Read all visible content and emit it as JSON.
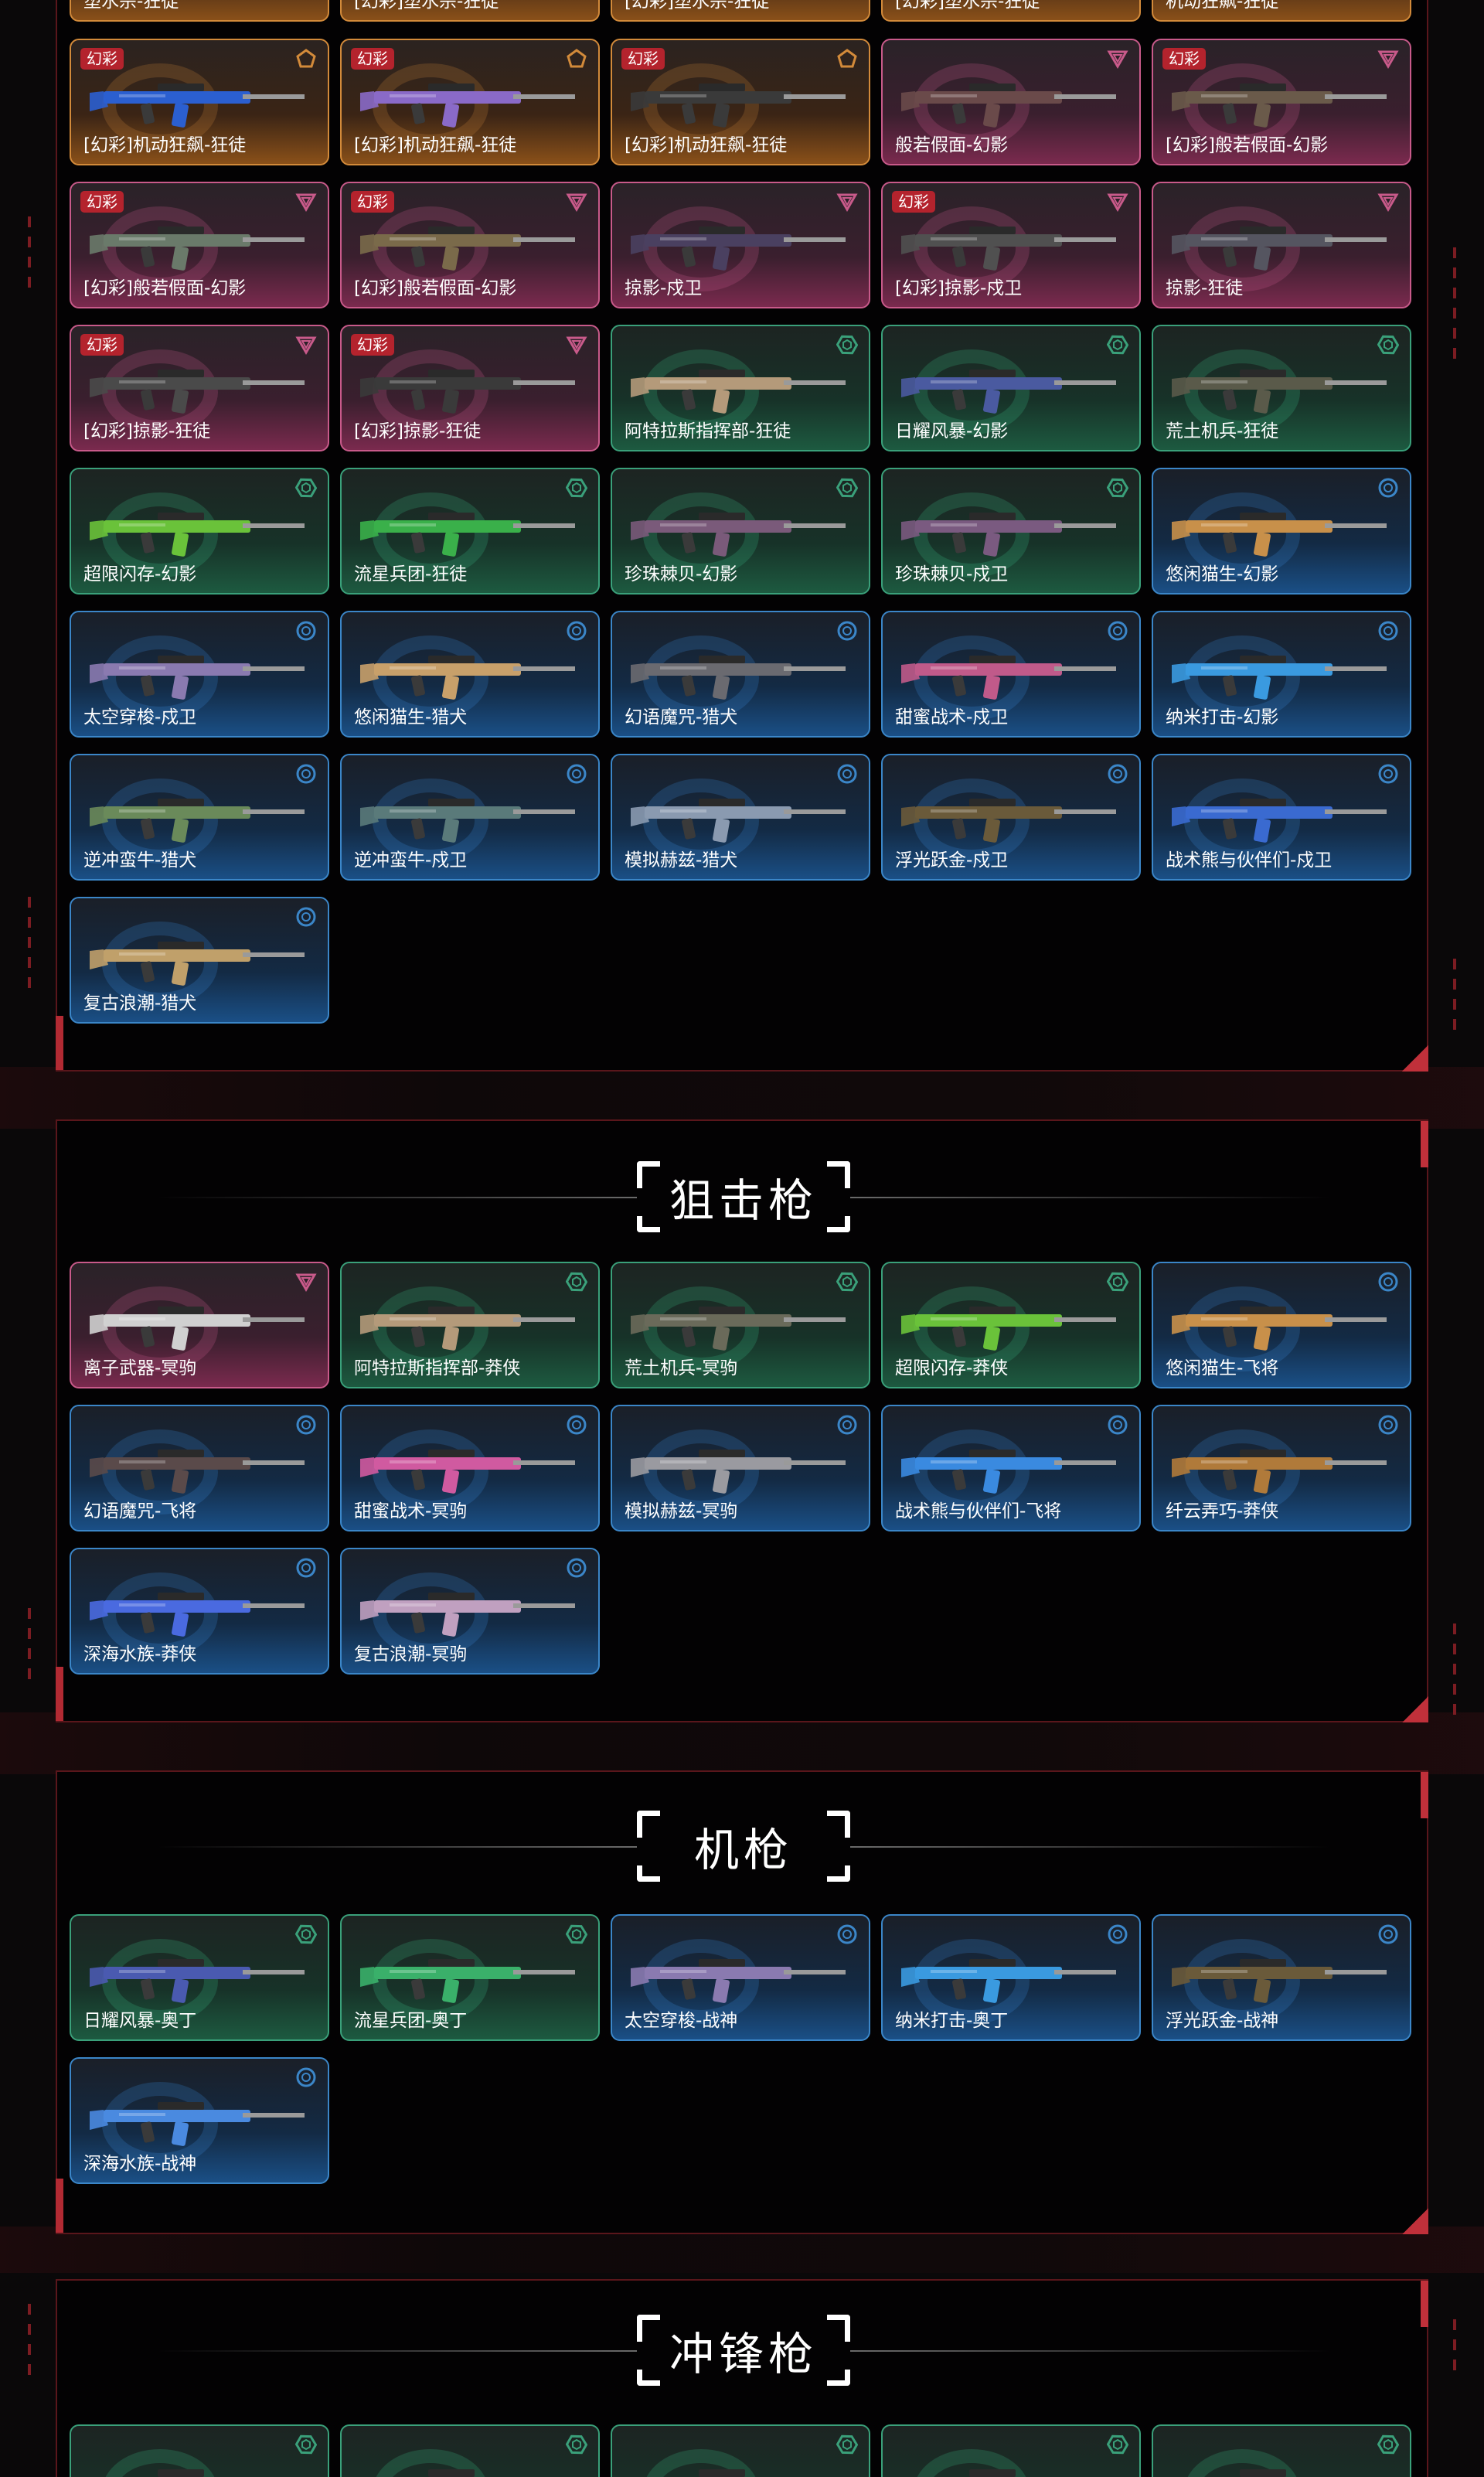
{
  "colors": {
    "orange": "#d28a3a",
    "pink": "#c85a8a",
    "green": "#3aa07a",
    "blue": "#3b86c8",
    "tag_red": "#b4232d",
    "frame_red": "#c0303a"
  },
  "tag_label": "幻彩",
  "rifle_top_row": [
    "塑水宗-狂徒",
    "[幻彩]塑水宗-狂徒",
    "[幻彩]塑水宗-狂徒",
    "[幻彩]塑水宗-狂徒",
    "机动狂飙-狂徒"
  ],
  "rifle_cards": [
    {
      "name": "[幻彩]机动狂飙-狂徒",
      "rarity": "orange",
      "tag": true,
      "icon": "pentagon-icon",
      "gun_color": "#2b5fd0"
    },
    {
      "name": "[幻彩]机动狂飙-狂徒",
      "rarity": "orange",
      "tag": true,
      "icon": "pentagon-icon",
      "gun_color": "#8a6ac8"
    },
    {
      "name": "[幻彩]机动狂飙-狂徒",
      "rarity": "orange",
      "tag": true,
      "icon": "pentagon-icon",
      "gun_color": "#3a3a3a"
    },
    {
      "name": "般若假面-幻影",
      "rarity": "pink",
      "tag": false,
      "icon": "triangle-icon",
      "gun_color": "#6a4a4a"
    },
    {
      "name": "[幻彩]般若假面-幻影",
      "rarity": "pink",
      "tag": true,
      "icon": "triangle-icon",
      "gun_color": "#6a5a4a"
    },
    {
      "name": "[幻彩]般若假面-幻影",
      "rarity": "pink",
      "tag": true,
      "icon": "triangle-icon",
      "gun_color": "#6a7a6a"
    },
    {
      "name": "[幻彩]般若假面-幻影",
      "rarity": "pink",
      "tag": true,
      "icon": "triangle-icon",
      "gun_color": "#7a6a4a"
    },
    {
      "name": "掠影-戍卫",
      "rarity": "pink",
      "tag": false,
      "icon": "triangle-icon",
      "gun_color": "#4a4060"
    },
    {
      "name": "[幻彩]掠影-戍卫",
      "rarity": "pink",
      "tag": true,
      "icon": "triangle-icon",
      "gun_color": "#505050"
    },
    {
      "name": "掠影-狂徒",
      "rarity": "pink",
      "tag": false,
      "icon": "triangle-icon",
      "gun_color": "#555560"
    },
    {
      "name": "[幻彩]掠影-狂徒",
      "rarity": "pink",
      "tag": true,
      "icon": "triangle-icon",
      "gun_color": "#4a4a4a"
    },
    {
      "name": "[幻彩]掠影-狂徒",
      "rarity": "pink",
      "tag": true,
      "icon": "triangle-icon",
      "gun_color": "#3a3a3a"
    },
    {
      "name": "阿特拉斯指挥部-狂徒",
      "rarity": "green",
      "tag": false,
      "icon": "hexagon-icon",
      "gun_color": "#b49a7a"
    },
    {
      "name": "日耀风暴-幻影",
      "rarity": "green",
      "tag": false,
      "icon": "hexagon-icon",
      "gun_color": "#4a5aa0"
    },
    {
      "name": "荒土机兵-狂徒",
      "rarity": "green",
      "tag": false,
      "icon": "hexagon-icon",
      "gun_color": "#5a5a4a"
    },
    {
      "name": "超限闪存-幻影",
      "rarity": "green",
      "tag": false,
      "icon": "hexagon-icon",
      "gun_color": "#6ac23a"
    },
    {
      "name": "流星兵团-狂徒",
      "rarity": "green",
      "tag": false,
      "icon": "hexagon-icon",
      "gun_color": "#3ab04a"
    },
    {
      "name": "珍珠棘贝-幻影",
      "rarity": "green",
      "tag": false,
      "icon": "hexagon-icon",
      "gun_color": "#7a5a7a"
    },
    {
      "name": "珍珠棘贝-戍卫",
      "rarity": "green",
      "tag": false,
      "icon": "hexagon-icon",
      "gun_color": "#7a5a80"
    },
    {
      "name": "悠闲猫生-幻影",
      "rarity": "blue",
      "tag": false,
      "icon": "circle-icon",
      "gun_color": "#c8904a"
    },
    {
      "name": "太空穿梭-戍卫",
      "rarity": "blue",
      "tag": false,
      "icon": "circle-icon",
      "gun_color": "#8a7ab0"
    },
    {
      "name": "悠闲猫生-猎犬",
      "rarity": "blue",
      "tag": false,
      "icon": "circle-icon",
      "gun_color": "#c8a06a"
    },
    {
      "name": "幻语魔咒-猎犬",
      "rarity": "blue",
      "tag": false,
      "icon": "circle-icon",
      "gun_color": "#6a6a70"
    },
    {
      "name": "甜蜜战术-戍卫",
      "rarity": "blue",
      "tag": false,
      "icon": "circle-icon",
      "gun_color": "#c05a8a"
    },
    {
      "name": "纳米打击-幻影",
      "rarity": "blue",
      "tag": false,
      "icon": "circle-icon",
      "gun_color": "#3a9ae0"
    },
    {
      "name": "逆冲蛮牛-猎犬",
      "rarity": "blue",
      "tag": false,
      "icon": "circle-icon",
      "gun_color": "#6a8a5a"
    },
    {
      "name": "逆冲蛮牛-戍卫",
      "rarity": "blue",
      "tag": false,
      "icon": "circle-icon",
      "gun_color": "#5a7a7a"
    },
    {
      "name": "模拟赫兹-猎犬",
      "rarity": "blue",
      "tag": false,
      "icon": "circle-icon",
      "gun_color": "#8a9ab0"
    },
    {
      "name": "浮光跃金-戍卫",
      "rarity": "blue",
      "tag": false,
      "icon": "circle-icon",
      "gun_color": "#6a5a3a"
    },
    {
      "name": "战术熊与伙伴们-戍卫",
      "rarity": "blue",
      "tag": false,
      "icon": "circle-icon",
      "gun_color": "#3a6ad0"
    },
    {
      "name": "复古浪潮-猎犬",
      "rarity": "blue",
      "tag": false,
      "icon": "circle-icon",
      "gun_color": "#c0a06a"
    }
  ],
  "sections": [
    {
      "title": "狙击枪",
      "cards": [
        {
          "name": "离子武器-冥驹",
          "rarity": "pink",
          "tag": false,
          "icon": "triangle-icon",
          "gun_color": "#d0d0d0"
        },
        {
          "name": "阿特拉斯指挥部-莽侠",
          "rarity": "green",
          "tag": false,
          "icon": "hexagon-icon",
          "gun_color": "#b49a7a"
        },
        {
          "name": "荒土机兵-冥驹",
          "rarity": "green",
          "tag": false,
          "icon": "hexagon-icon",
          "gun_color": "#6a6a5a"
        },
        {
          "name": "超限闪存-莽侠",
          "rarity": "green",
          "tag": false,
          "icon": "hexagon-icon",
          "gun_color": "#6ac23a"
        },
        {
          "name": "悠闲猫生-飞将",
          "rarity": "blue",
          "tag": false,
          "icon": "circle-icon",
          "gun_color": "#c8904a"
        },
        {
          "name": "幻语魔咒-飞将",
          "rarity": "blue",
          "tag": false,
          "icon": "circle-icon",
          "gun_color": "#5a4a4a"
        },
        {
          "name": "甜蜜战术-冥驹",
          "rarity": "blue",
          "tag": false,
          "icon": "circle-icon",
          "gun_color": "#d05aa0"
        },
        {
          "name": "模拟赫兹-冥驹",
          "rarity": "blue",
          "tag": false,
          "icon": "circle-icon",
          "gun_color": "#9a9aa0"
        },
        {
          "name": "战术熊与伙伴们-飞将",
          "rarity": "blue",
          "tag": false,
          "icon": "circle-icon",
          "gun_color": "#3a8ae0"
        },
        {
          "name": "纤云弄巧-莽侠",
          "rarity": "blue",
          "tag": false,
          "icon": "circle-icon",
          "gun_color": "#b07a3a"
        },
        {
          "name": "深海水族-莽侠",
          "rarity": "blue",
          "tag": false,
          "icon": "circle-icon",
          "gun_color": "#4a6ae0"
        },
        {
          "name": "复古浪潮-冥驹",
          "rarity": "blue",
          "tag": false,
          "icon": "circle-icon",
          "gun_color": "#c0a0c0"
        }
      ]
    },
    {
      "title": "机枪",
      "cards": [
        {
          "name": "日耀风暴-奥丁",
          "rarity": "green",
          "tag": false,
          "icon": "hexagon-icon",
          "gun_color": "#4a5ab0"
        },
        {
          "name": "流星兵团-奥丁",
          "rarity": "green",
          "tag": false,
          "icon": "hexagon-icon",
          "gun_color": "#3ab06a"
        },
        {
          "name": "太空穿梭-战神",
          "rarity": "blue",
          "tag": false,
          "icon": "circle-icon",
          "gun_color": "#8a7ab0"
        },
        {
          "name": "纳米打击-奥丁",
          "rarity": "blue",
          "tag": false,
          "icon": "circle-icon",
          "gun_color": "#3a9ae0"
        },
        {
          "name": "浮光跃金-战神",
          "rarity": "blue",
          "tag": false,
          "icon": "circle-icon",
          "gun_color": "#6a5a3a"
        },
        {
          "name": "深海水族-战神",
          "rarity": "blue",
          "tag": false,
          "icon": "circle-icon",
          "gun_color": "#4a8ae0"
        }
      ]
    },
    {
      "title": "冲锋枪",
      "cards": [
        {
          "name": "",
          "rarity": "green",
          "tag": false,
          "icon": "hexagon-icon",
          "gun_color": "#b49a7a"
        },
        {
          "name": "",
          "rarity": "green",
          "tag": false,
          "icon": "hexagon-icon",
          "gun_color": "#4a5ab0"
        },
        {
          "name": "",
          "rarity": "green",
          "tag": false,
          "icon": "hexagon-icon",
          "gun_color": "#6a6a5a"
        },
        {
          "name": "",
          "rarity": "green",
          "tag": false,
          "icon": "hexagon-icon",
          "gun_color": "#6ac23a"
        },
        {
          "name": "",
          "rarity": "green",
          "tag": false,
          "icon": "hexagon-icon",
          "gun_color": "#3ab08a"
        }
      ]
    }
  ]
}
